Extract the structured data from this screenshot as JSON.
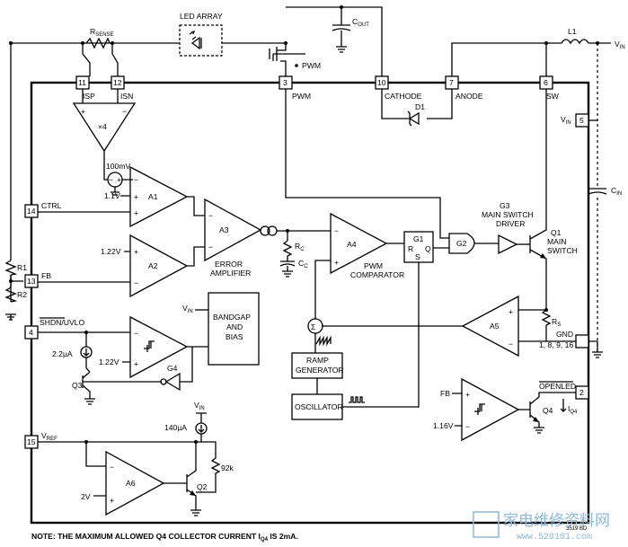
{
  "pins": {
    "p11": "11",
    "p12": "12",
    "p3": "3",
    "p10": "10",
    "p7": "7",
    "p6": "6",
    "p5": "5",
    "p14": "14",
    "p13": "13",
    "p4": "4",
    "p2": "2",
    "p15": "15"
  },
  "pin_names": {
    "isp": "ISP",
    "isn": "ISN",
    "pwm": "PWM",
    "cathode": "CATHODE",
    "anode": "ANODE",
    "sw": "SW",
    "vin": "V",
    "ctrl": "CTRL",
    "fb": "FB",
    "shdn": "SHDN/UVLO",
    "openled": "OPENLED",
    "vref": "V",
    "gnd": "GND",
    "gnd_pins": "1, 8, 9, 16"
  },
  "top": {
    "rsense": "R",
    "rsense_sub": "SENSE",
    "led_array": "LED ARRAY",
    "cout": "C",
    "cout_sub": "OUT",
    "pwm": "PWM",
    "l1": "L1",
    "vin": "V",
    "vin_sub": "IN"
  },
  "blocks": {
    "x4": "×4",
    "mv100": "100mV",
    "v11": "1.1V",
    "a1": "A1",
    "a2": "A2",
    "v122": "1.22V",
    "a3": "A3",
    "error_amp_1": "ERROR",
    "error_amp_2": "AMPLIFIER",
    "rc": "R",
    "rc_sub": "C",
    "cc": "C",
    "cc_sub": "C",
    "a4": "A4",
    "pwm_comp_1": "PWM",
    "pwm_comp_2": "COMPARATOR",
    "g1": "G1",
    "g1_r": "R",
    "g1_q": "Q",
    "g1_s": "S",
    "g2": "G2",
    "g3_1": "G3",
    "g3_2": "MAIN SWITCH",
    "g3_3": "DRIVER",
    "q1_1": "Q1",
    "q1_2": "MAIN",
    "q1_3": "SWITCH",
    "d1": "D1",
    "cin": "C",
    "cin_sub": "IN",
    "vin5": "V",
    "vin5_sub": "IN",
    "r1": "R1",
    "r2": "R2",
    "bandgap_1": "BANDGAP",
    "bandgap_2": "AND",
    "bandgap_3": "BIAS",
    "vin_bg": "V",
    "vin_bg_sub": "IN",
    "ua22": "2.2µA",
    "v122b": "1.22V",
    "g4": "G4",
    "q3": "Q3",
    "sigma": "Σ",
    "ramp_1": "RAMP",
    "ramp_2": "GENERATOR",
    "oscillator": "OSCILLATOR",
    "a5": "A5",
    "rs": "R",
    "rs_sub": "S",
    "fb2": "FB",
    "v116": "1.16V",
    "q4": "Q4",
    "iq4": "I",
    "iq4_sub": "Q4",
    "ua140": "140µA",
    "vin6": "V",
    "vin6_sub": "IN",
    "k92": "92k",
    "a6": "A6",
    "q2": "Q2",
    "v2": "2V",
    "vref_sub": "REF"
  },
  "note": {
    "text": "NOTE: THE MAXIMUM ALLOWED Q4 COLLECTOR CURRENT I",
    "sub": "Q4",
    "tail": " IS 2mA.",
    "code": "3519 BD"
  },
  "watermark": {
    "cn": "家电维修资料网",
    "url": "www.520101.com"
  }
}
